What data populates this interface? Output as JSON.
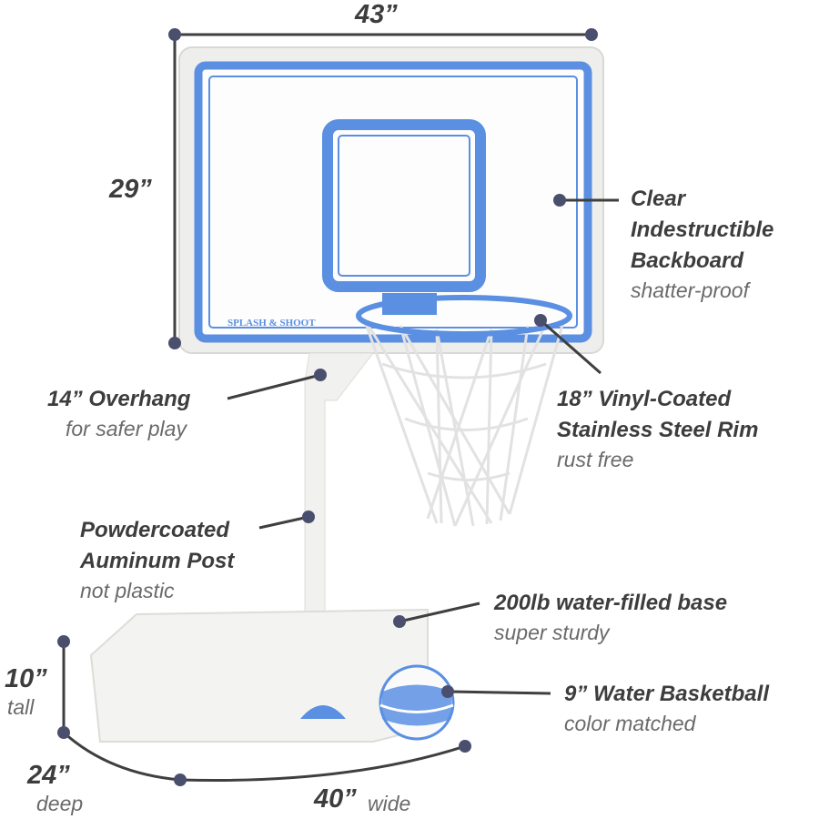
{
  "colors": {
    "accent": "#5a8fe2",
    "line": "#3f3f3f",
    "dot": "#4a4f6e",
    "text": "#3d3d3d",
    "subtext": "#6a6a6a"
  },
  "logo_text": "SPLASH & SHOOT",
  "dimensions": {
    "width_top": "43”",
    "height_board": "29”",
    "base_tall": "10”",
    "base_tall_label": "tall",
    "base_deep": "24”",
    "base_deep_label": "deep",
    "base_wide": "40”",
    "base_wide_label": "wide"
  },
  "callouts": {
    "backboard": {
      "lines": [
        "Clear",
        "Indestructible",
        "Backboard"
      ],
      "sub": "shatter-proof"
    },
    "overhang": {
      "title": "14” Overhang",
      "sub": "for safer play"
    },
    "rim": {
      "lines": [
        "18” Vinyl-Coated",
        "Stainless Steel Rim"
      ],
      "sub": "rust free"
    },
    "post": {
      "lines": [
        "Powdercoated",
        "Auminum Post"
      ],
      "sub": "not plastic"
    },
    "base": {
      "title": "200lb water-filled base",
      "sub": "super sturdy"
    },
    "ball": {
      "title": "9” Water Basketball",
      "sub": "color matched"
    }
  }
}
